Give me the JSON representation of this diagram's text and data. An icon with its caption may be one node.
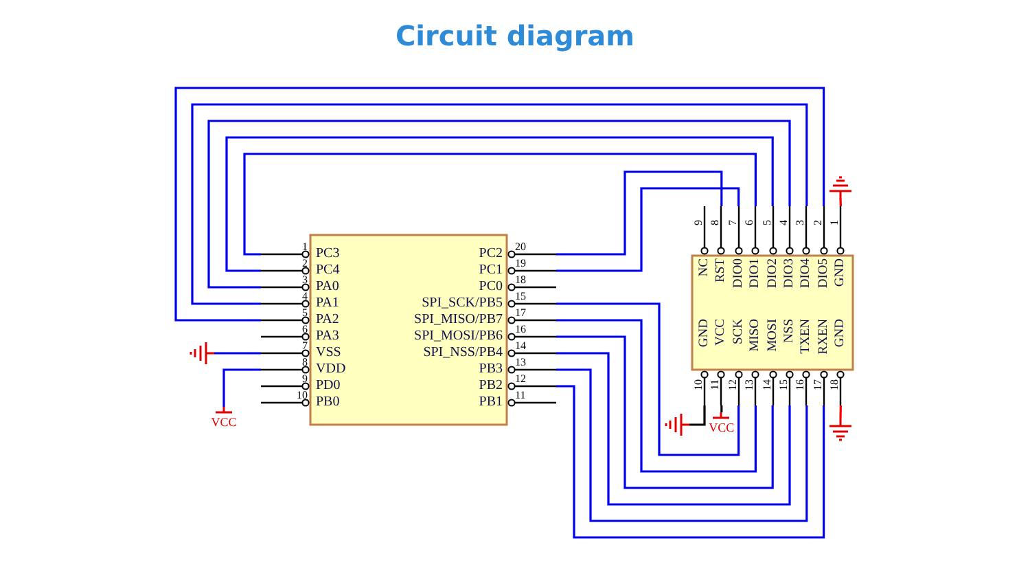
{
  "diagram": {
    "title": "Circuit diagram",
    "nodes": [
      {
        "text": [],
        "shape": "box"
      },
      {
        "text": [
          "PC3"
        ],
        "beside": [
          "1"
        ]
      },
      {
        "text": [
          "PC4"
        ],
        "beside": [
          "2"
        ]
      },
      {
        "text": [
          "PA0"
        ],
        "beside": [
          "3"
        ]
      },
      {
        "text": [
          "PA1"
        ],
        "beside": [
          "4"
        ]
      },
      {
        "text": [
          "PA2"
        ],
        "beside": [
          "5"
        ]
      },
      {
        "text": [
          "PA3"
        ],
        "beside": [
          "6"
        ]
      },
      {
        "text": [
          "VSS"
        ],
        "beside": [
          "7"
        ]
      },
      {
        "text": [
          "VDD"
        ],
        "beside": [
          "8"
        ]
      },
      {
        "text": [
          "PD0"
        ],
        "beside": [
          "9"
        ]
      },
      {
        "text": [
          "PB0"
        ],
        "beside": [
          "10"
        ]
      },
      {
        "text": [
          "PC2"
        ],
        "beside": [
          "20"
        ]
      },
      {
        "text": [
          "PC1"
        ],
        "beside": [
          "19"
        ]
      },
      {
        "text": [
          "PC0"
        ],
        "beside": [
          "18"
        ]
      },
      {
        "text": [
          "SPI_SCK/PB5"
        ],
        "beside": [
          "15"
        ]
      },
      {
        "text": [
          "SPI_MISO/PB7"
        ],
        "beside": [
          "17"
        ]
      },
      {
        "text": [
          "SPI_MOSI/PB6"
        ],
        "beside": [
          "16"
        ]
      },
      {
        "text": [
          "SPI_NSS/PB4"
        ],
        "beside": [
          "14"
        ]
      },
      {
        "text": [
          "PB3"
        ],
        "beside": [
          "13"
        ]
      },
      {
        "text": [
          "PB2"
        ],
        "beside": [
          "12"
        ]
      },
      {
        "text": [
          "PB1"
        ],
        "beside": [
          "11"
        ]
      },
      {
        "text": [],
        "shape": "box"
      },
      {
        "text": [
          "NC"
        ],
        "beside": [
          "9"
        ]
      },
      {
        "text": [
          "RST"
        ],
        "beside": [
          "8"
        ]
      },
      {
        "text": [
          "DIO0"
        ],
        "beside": [
          "7"
        ]
      },
      {
        "text": [
          "DIO1"
        ],
        "beside": [
          "6"
        ]
      },
      {
        "text": [
          "DIO2"
        ],
        "beside": [
          "5"
        ]
      },
      {
        "text": [
          "DIO3"
        ],
        "beside": [
          "4"
        ]
      },
      {
        "text": [
          "DIO4"
        ],
        "beside": [
          "3"
        ]
      },
      {
        "text": [
          "DIO5"
        ],
        "beside": [
          "2"
        ]
      },
      {
        "text": [
          "GND"
        ],
        "beside": [
          "1"
        ]
      },
      {
        "text": [
          "GND"
        ],
        "beside": [
          "10"
        ]
      },
      {
        "text": [
          "VCC"
        ],
        "beside": [
          "11"
        ]
      },
      {
        "text": [
          "SCK"
        ],
        "beside": [
          "12"
        ]
      },
      {
        "text": [
          "MISO"
        ],
        "beside": [
          "13"
        ]
      },
      {
        "text": [
          "MOSI"
        ],
        "beside": [
          "14"
        ]
      },
      {
        "text": [
          "NSS"
        ],
        "beside": [
          "15"
        ]
      },
      {
        "text": [
          "TXEN"
        ],
        "beside": [
          "16"
        ]
      },
      {
        "text": [
          "RXEN"
        ],
        "beside": [
          "17"
        ]
      },
      {
        "text": [
          "GND"
        ],
        "beside": [
          "18"
        ]
      },
      {
        "text": [],
        "shape": "ground"
      },
      {
        "text": [
          "VCC"
        ]
      },
      {
        "text": [],
        "shape": "ground"
      },
      {
        "text": [
          "VCC"
        ]
      },
      {
        "text": [],
        "shape": "ground"
      },
      {
        "text": [],
        "shape": "ground"
      }
    ],
    "edges": [
      {
        "from": 1,
        "to": 25,
        "arrow": "none"
      },
      {
        "from": 2,
        "to": 26,
        "arrow": "none"
      },
      {
        "from": 3,
        "to": 27,
        "arrow": "none"
      },
      {
        "from": 4,
        "to": 28,
        "arrow": "none"
      },
      {
        "from": 5,
        "to": 29,
        "arrow": "none"
      },
      {
        "from": 7,
        "to": 40,
        "arrow": "none"
      },
      {
        "from": 8,
        "to": 41,
        "arrow": "none"
      },
      {
        "from": 11,
        "to": 23,
        "arrow": "none"
      },
      {
        "from": 12,
        "to": 24,
        "arrow": "none"
      },
      {
        "from": 14,
        "to": 33,
        "arrow": "none"
      },
      {
        "from": 15,
        "to": 34,
        "arrow": "none"
      },
      {
        "from": 16,
        "to": 35,
        "arrow": "none"
      },
      {
        "from": 17,
        "to": 36,
        "arrow": "none"
      },
      {
        "from": 18,
        "to": 37,
        "arrow": "none"
      },
      {
        "from": 19,
        "to": 38,
        "arrow": "none"
      },
      {
        "from": 31,
        "to": 42,
        "arrow": "none",
        "color": "#000000"
      },
      {
        "from": 32,
        "to": 43,
        "arrow": "none",
        "color": "#000000"
      },
      {
        "from": 30,
        "to": 44,
        "arrow": "none",
        "color": "#ff0000"
      },
      {
        "from": 39,
        "to": 45,
        "arrow": "none",
        "color": "#ff0000"
      }
    ]
  }
}
